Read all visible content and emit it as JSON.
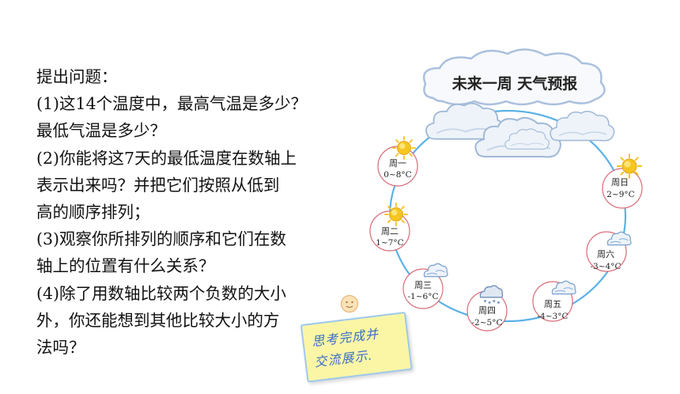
{
  "questions": {
    "heading": "提出问题：",
    "lines": [
      "(1)这14个温度中，最高气温是多少？",
      "最低气温是多少？",
      "(2)你能将这7天的最低温度在数轴上",
      "表示出来吗？并把它们按照从低到",
      "高的顺序排列；",
      "(3)观察你所排列的顺序和它们在数",
      "轴上的位置有什么关系？",
      "(4)除了用数轴比较两个负数的大小",
      "外，你还能想到其他比较大小的方",
      "法吗？"
    ]
  },
  "forecast": {
    "title": "未来一周  天气预报",
    "days": [
      {
        "name": "周一",
        "range": "0~8°C",
        "icon": "sun-icon"
      },
      {
        "name": "周二",
        "range": "1~7°C",
        "icon": "sun-icon"
      },
      {
        "name": "周三",
        "range": "-1~6°C",
        "icon": "cloud-icon"
      },
      {
        "name": "周四",
        "range": "-2~5°C",
        "icon": "snow-cloud-icon"
      },
      {
        "name": "周五",
        "range": "-4~3°C",
        "icon": "cloud-icon"
      },
      {
        "name": "周六",
        "range": "-3~4°C",
        "icon": "cloud-icon"
      },
      {
        "name": "周日",
        "range": "2~9°C",
        "icon": "sun-icon"
      }
    ]
  },
  "note": {
    "line1": "思考完成并",
    "line2": "交流展示."
  },
  "colors": {
    "ring": "#5bb2e6",
    "day_border": "#d96b78",
    "sun": "#f5c21d",
    "cloud": "#eef3f9",
    "cloud_shadow": "#9fb8d6",
    "note_bg": "#fbf6a6",
    "note_text": "#3a6fc8"
  }
}
